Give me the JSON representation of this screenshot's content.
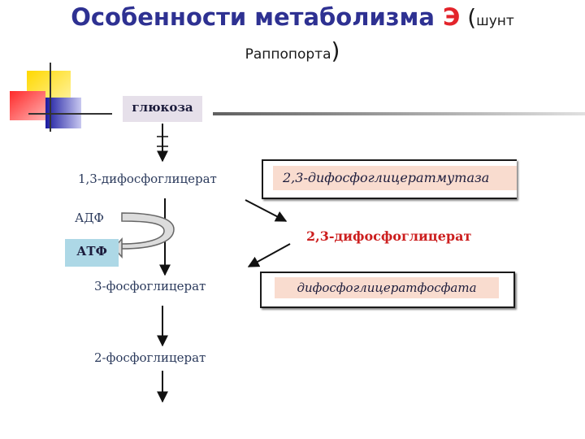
{
  "title": {
    "main": "Особенности метаболизма ",
    "highlight": "Э",
    "open_paren": " (",
    "small_1": "шунт",
    "small_2": "Раппопорта",
    "close_paren": ")"
  },
  "diagram": {
    "glucose": "глюкоза",
    "bpg13": "1,3-дифосфоглицерат",
    "adp": "АДФ",
    "atp": "АТФ",
    "pg3": "3-фосфоглицерат",
    "pg2": "2-фосфоглицерат",
    "bpg23": "2,3-дифосфоглицерат",
    "enzyme_mutase": "2,3-дифосфоглицератмутаза",
    "enzyme_phosphatase": "дифосфоглицератфосфата"
  },
  "colors": {
    "title": "#2e3192",
    "title_highlight": "#e3242b",
    "bpg23_text": "#cc1f1f",
    "glucose_box": "#e6e0ea",
    "atp_box": "#add8e6",
    "enzyme_box": "#f9dccf"
  }
}
